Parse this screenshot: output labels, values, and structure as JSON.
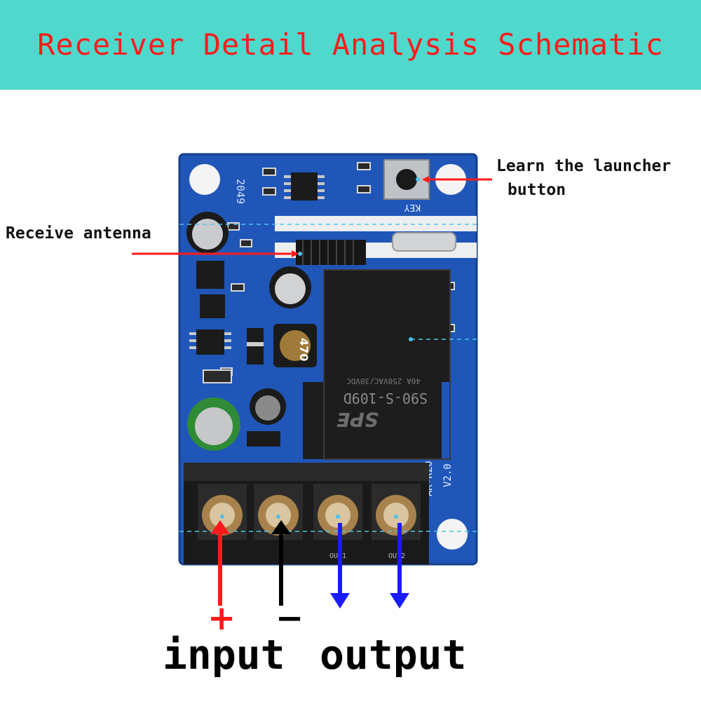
{
  "title": "Receiver Detail Analysis Schematic",
  "labels": {
    "learn_line1": "Learn the launcher",
    "learn_line2": "button",
    "antenna": "Receive antenna",
    "plus": "+",
    "minus": "−",
    "input": "input",
    "output": "output"
  },
  "board_text": {
    "code": "2049",
    "key": "KEY",
    "inductor": "470",
    "relay_brand": "SPE",
    "relay_model": "S90-S-109D",
    "relay_rating": "40A 250VAC/30VDC",
    "model": "AK-KZ0",
    "version": "V2.0",
    "out1": "OUT1",
    "out2": "OUT2"
  },
  "colors": {
    "header_bg": "#4fd8cc",
    "title": "#ff1a1a",
    "pcb": "#1f56b8",
    "red_arrow": "#ff1a1a",
    "blue_arrow": "#1a1aff",
    "black_arrow": "#000000"
  }
}
